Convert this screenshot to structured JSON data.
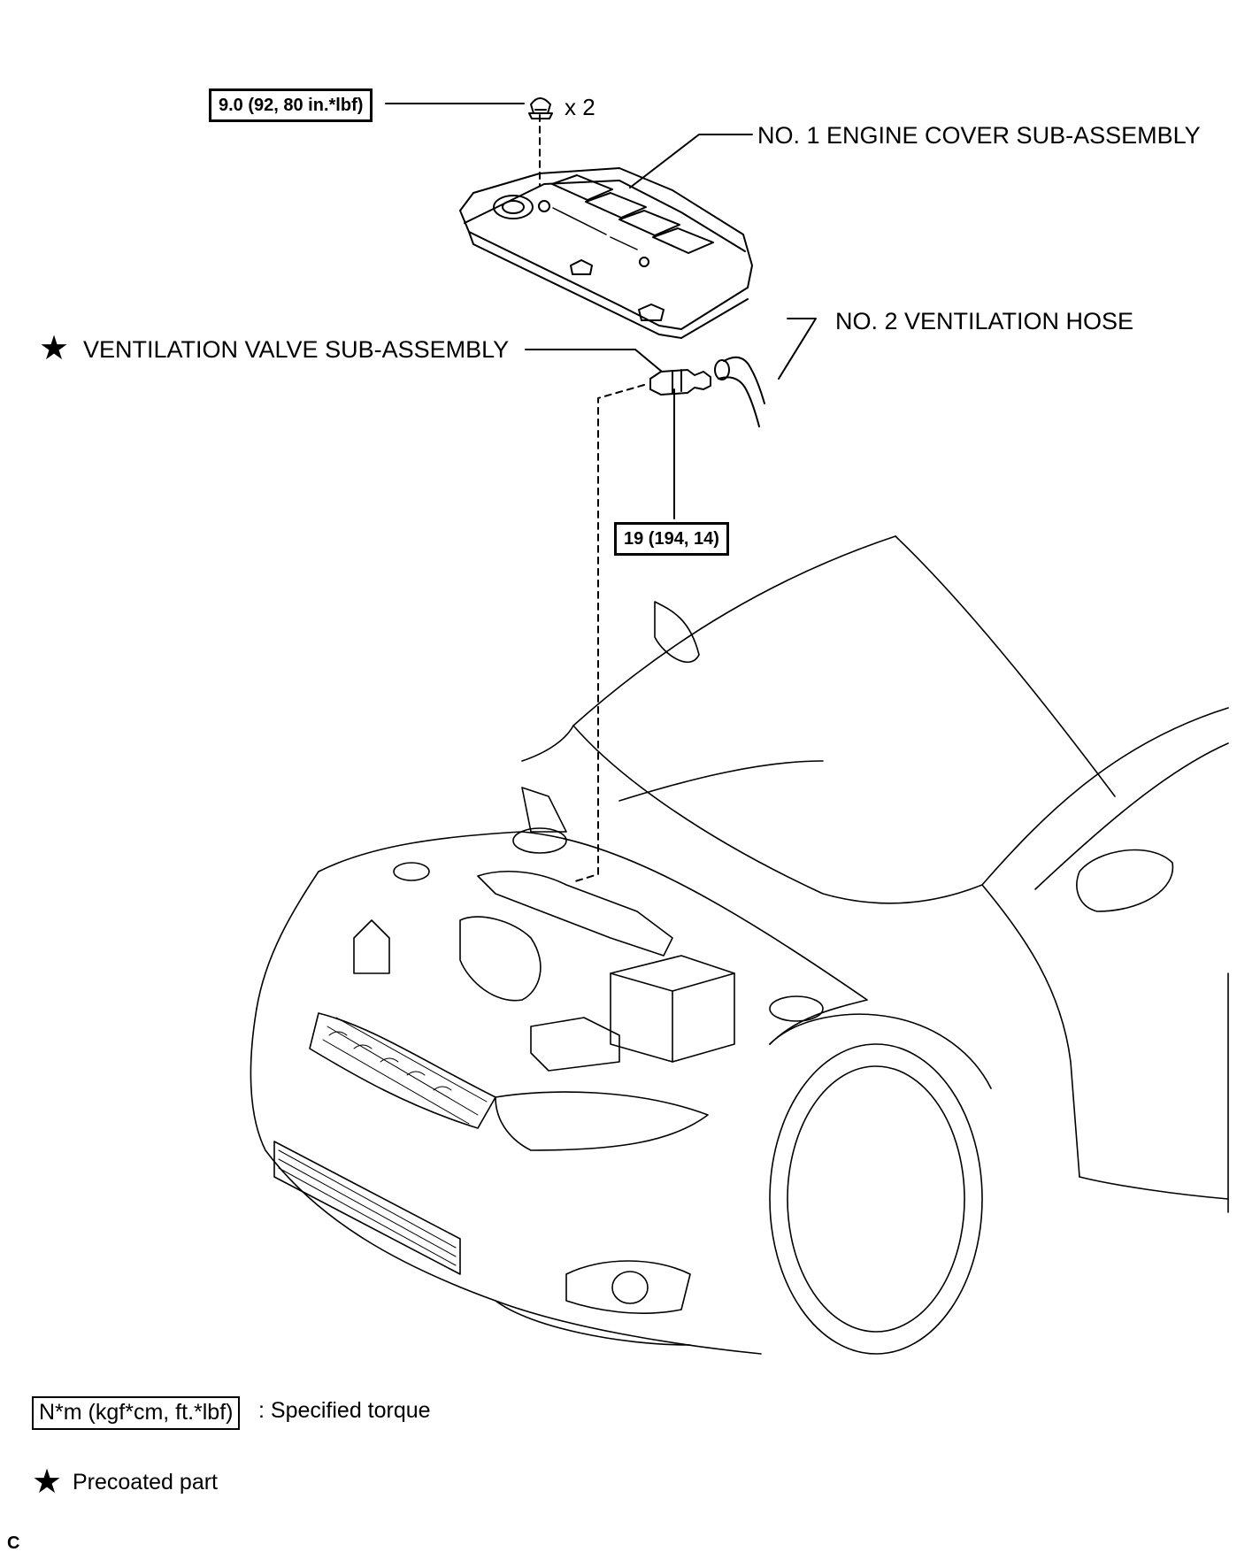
{
  "torque": {
    "nut": "9.0 (92, 80 in.*lbf)",
    "valve": "19 (194, 14)"
  },
  "quantity": "x 2",
  "labels": {
    "engine_cover": "NO. 1 ENGINE COVER SUB-ASSEMBLY",
    "ventilation_hose": "NO. 2 VENTILATION HOSE",
    "ventilation_valve": "VENTILATION VALVE SUB-ASSEMBLY"
  },
  "legend": {
    "torque_unit": "N*m (kgf*cm, ft.*lbf)",
    "torque_desc": ": Specified torque",
    "precoated_desc": "Precoated part"
  },
  "corner_mark": "C",
  "colors": {
    "line": "#000000",
    "background": "#ffffff"
  },
  "icons": {
    "precoated": "star-icon"
  }
}
